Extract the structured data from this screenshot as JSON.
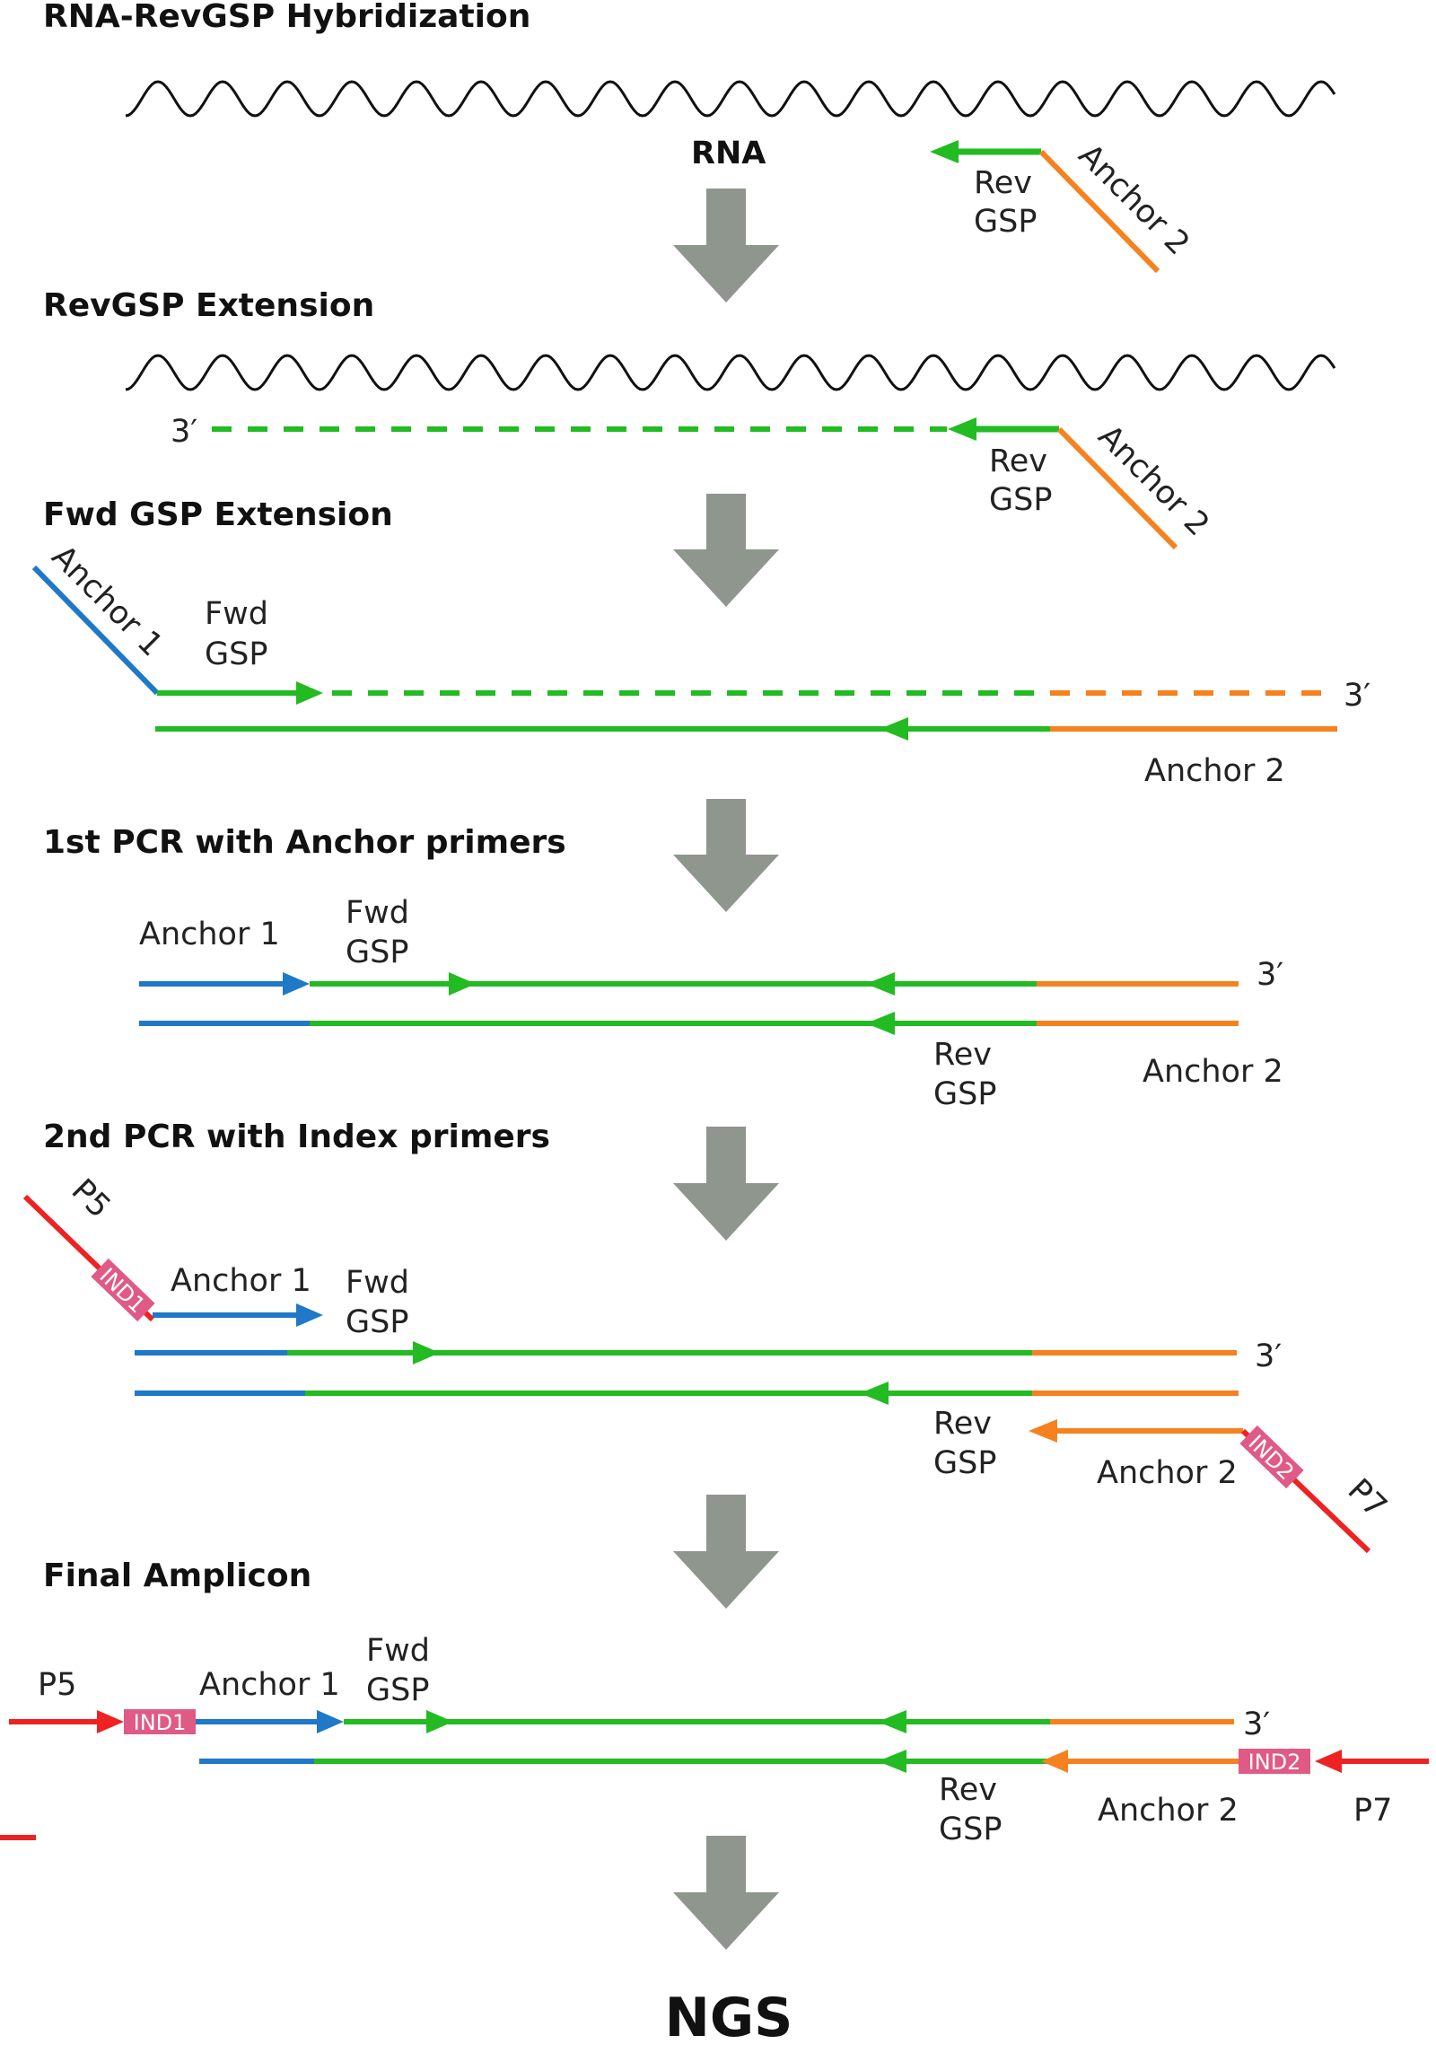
{
  "steps": {
    "hybridization": "RNA-RevGSP Hybridization",
    "rev_extension": "RevGSP Extension",
    "fwd_extension": "Fwd GSP Extension",
    "pcr1": "1st PCR with Anchor primers",
    "pcr2": "2nd PCR with Index primers",
    "final": "Final Amplicon"
  },
  "labels": {
    "rna": "RNA",
    "rev": "Rev",
    "fwd": "Fwd",
    "gsp": "GSP",
    "anchor1": "Anchor 1",
    "anchor2": "Anchor 2",
    "three_prime": "3′",
    "p5": "P5",
    "p7": "P7",
    "ind1": "IND1",
    "ind2": "IND2",
    "ngs": "NGS"
  },
  "colors": {
    "green": "#22bb22",
    "orange": "#f5821f",
    "blue": "#1f78c8",
    "red": "#ee2222",
    "pink": "#e05a86",
    "gray_arrow": "#8e968e",
    "wave": "#111111"
  }
}
